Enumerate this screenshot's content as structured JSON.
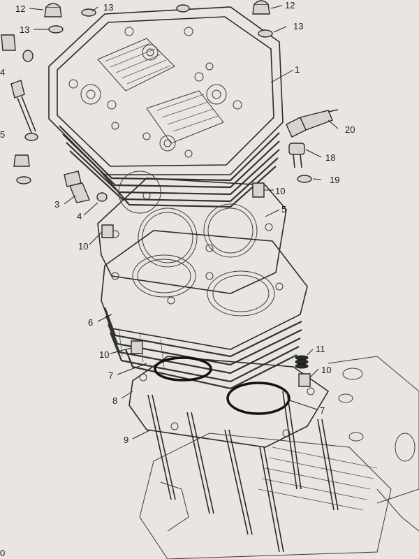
{
  "callouts": {
    "c1": "1",
    "c3": "3",
    "c4a": "4",
    "c4b": "4",
    "c5a": "5",
    "c5b": "5",
    "c6": "6",
    "c7a": "7",
    "c7b": "7",
    "c8": "8",
    "c9": "9",
    "c10a": "10",
    "c10b": "10",
    "c10c": "10",
    "c10d": "10",
    "c11": "11",
    "c12a": "12",
    "c12b": "12",
    "c13a": "13",
    "c13b": "13",
    "c13c": "13",
    "c18": "18",
    "c19": "19",
    "c20": "20",
    "cPage": "0"
  },
  "colors": {
    "paper": "#e9e6e2",
    "ink": "#2a2a2a"
  }
}
